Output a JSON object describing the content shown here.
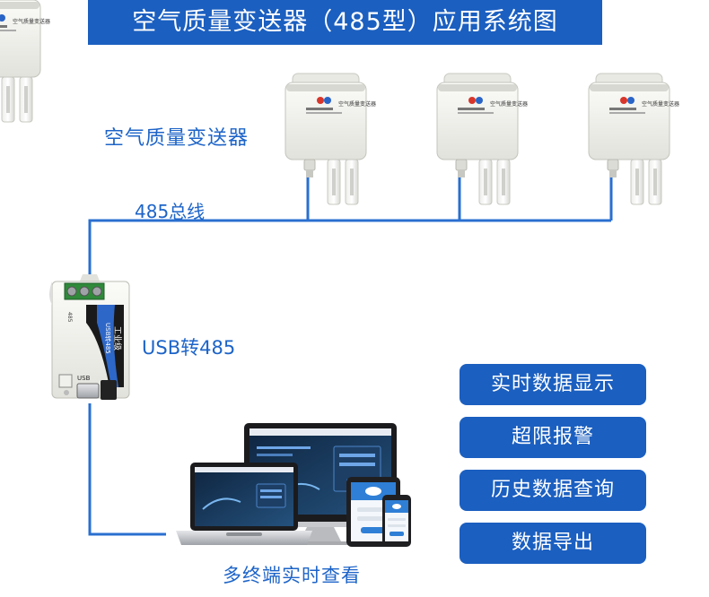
{
  "title": "空气质量变送器（485型）应用系统图",
  "labels": {
    "sensor": "空气质量变送器",
    "bus": "485总线",
    "converter": "USB转485",
    "terminals": "多终端实时查看"
  },
  "features": [
    "实时数据显示",
    "超限报警",
    "历史数据查询",
    "数据导出"
  ],
  "converter_device": {
    "name": "工业级",
    "model": "USB转485",
    "sub": "485",
    "port": "USB"
  },
  "colors": {
    "accent": "#1b5fc0",
    "text": "#1d64c8",
    "bus": "#2a6fd0"
  }
}
